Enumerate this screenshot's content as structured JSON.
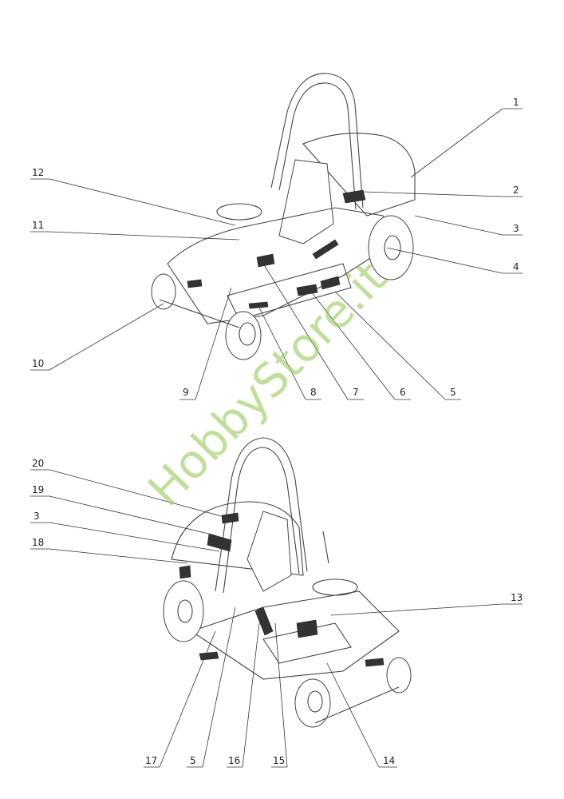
{
  "top_diagram": {
    "callouts": [
      "1",
      "2",
      "3",
      "4",
      "5",
      "6",
      "7",
      "8",
      "9",
      "10",
      "11",
      "12"
    ]
  },
  "bottom_diagram": {
    "callouts": [
      "13",
      "14",
      "15",
      "16",
      "5",
      "17",
      "18",
      "3",
      "19",
      "20"
    ]
  },
  "watermark": "HobbyStore.it",
  "watermark_color": "#96c85a"
}
